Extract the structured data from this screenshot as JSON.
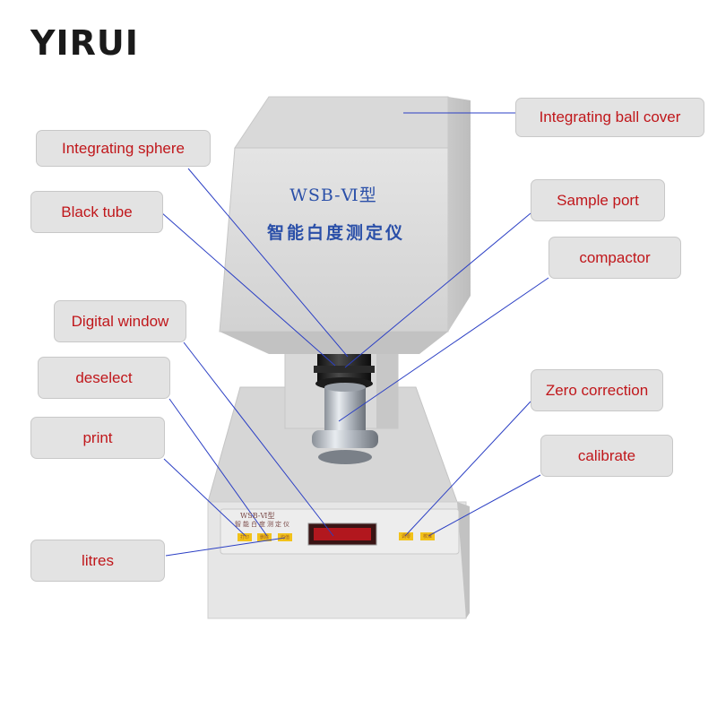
{
  "brand": {
    "logo_text": "YIRUI"
  },
  "device": {
    "cover_model": "WSB-Ⅵ型",
    "cover_name": "智能白度测定仪",
    "panel_model": "WSB-Ⅵ型",
    "panel_name": "智能白度测定仪",
    "button_labels": [
      "打印",
      "删除",
      "均值",
      "调零",
      "校准"
    ],
    "colors": {
      "body": "#dcdcdc",
      "label_text": "#c0171b",
      "callout_bg": "#e3e3e3",
      "leader_line": "#2b3fc4",
      "display": "#c81820",
      "button": "#f2c21a"
    }
  },
  "callouts": [
    {
      "id": "integrating-ball-cover",
      "text": "Integrating ball cover"
    },
    {
      "id": "integrating-sphere",
      "text": "Integrating sphere"
    },
    {
      "id": "black-tube",
      "text": "Black tube"
    },
    {
      "id": "sample-port",
      "text": "Sample port"
    },
    {
      "id": "compactor",
      "text": "compactor"
    },
    {
      "id": "digital-window",
      "text": "Digital window"
    },
    {
      "id": "deselect",
      "text": "deselect"
    },
    {
      "id": "print",
      "text": "print"
    },
    {
      "id": "zero-correction",
      "text": "Zero correction"
    },
    {
      "id": "calibrate",
      "text": "calibrate"
    },
    {
      "id": "litres",
      "text": "litres"
    }
  ]
}
